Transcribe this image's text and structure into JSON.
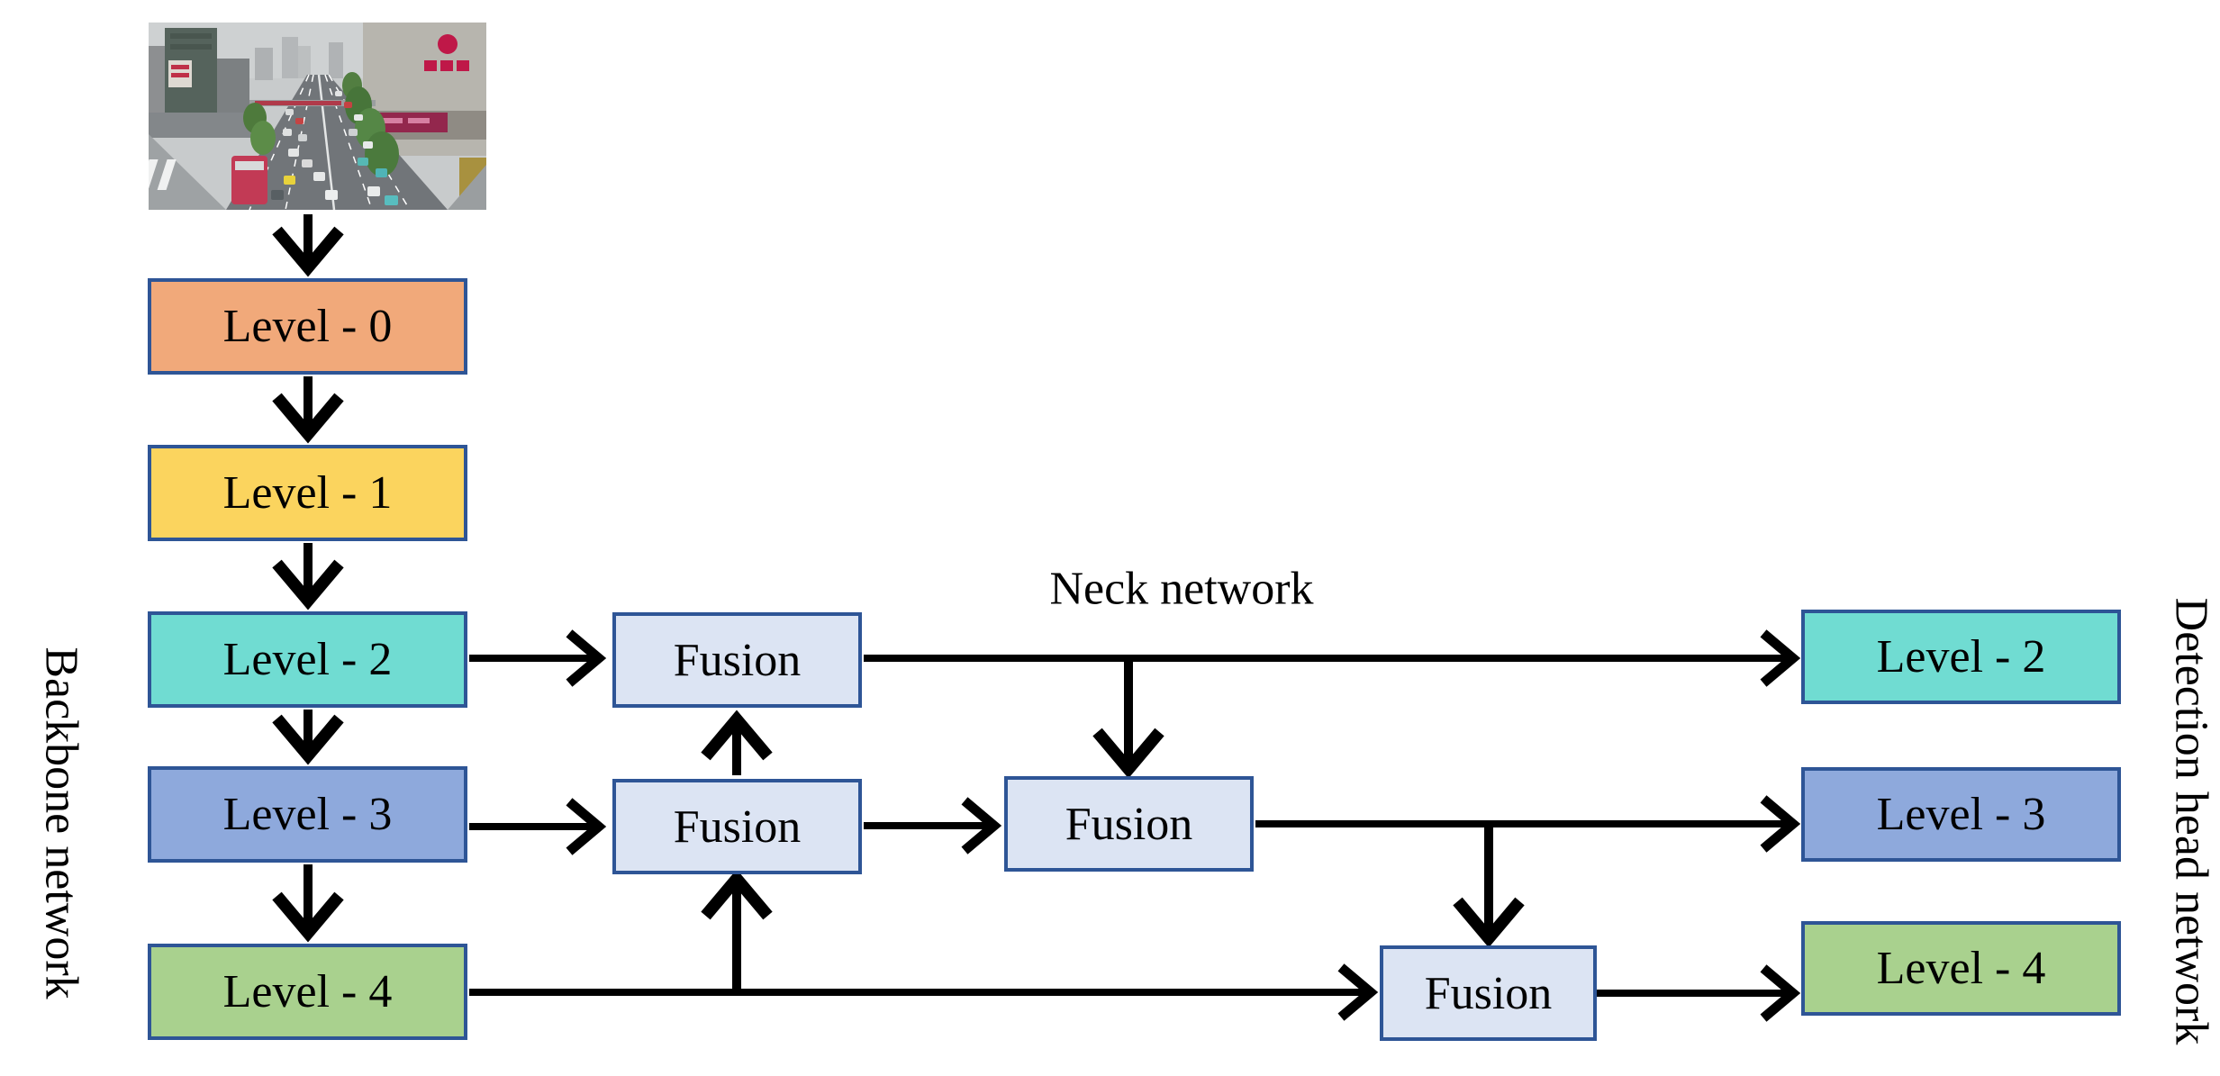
{
  "figure": {
    "section_labels": {
      "backbone": "Backbone network",
      "neck": "Neck network",
      "head": "Detection head network"
    },
    "backbone_levels": [
      {
        "label": "Level - 0",
        "fill": "#F1A97A"
      },
      {
        "label": "Level - 1",
        "fill": "#FBD45E"
      },
      {
        "label": "Level - 2",
        "fill": "#70DCD2"
      },
      {
        "label": "Level - 3",
        "fill": "#8EA9DC"
      },
      {
        "label": "Level - 4",
        "fill": "#A9D18E"
      }
    ],
    "fusion_nodes": [
      {
        "label": "Fusion"
      },
      {
        "label": "Fusion"
      },
      {
        "label": "Fusion"
      },
      {
        "label": "Fusion"
      }
    ],
    "head_levels": [
      {
        "label": "Level - 2",
        "fill": "#70DCD2"
      },
      {
        "label": "Level - 3",
        "fill": "#8EA9DC"
      },
      {
        "label": "Level - 4",
        "fill": "#A9D18E"
      }
    ],
    "style_colors": {
      "box_border": "#2E5596",
      "fusion_fill": "#DCE4F3",
      "arrow": "#000000",
      "text": "#000000"
    }
  }
}
